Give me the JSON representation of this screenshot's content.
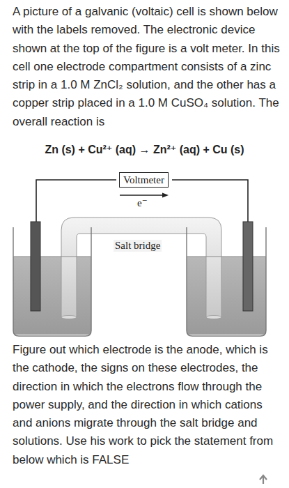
{
  "diagram": {
    "nodes": [
      {
        "text": [
          "Voltmeter"
        ]
      }
    ],
    "labels": [
      "A picture of a galvanic (voltaic) cell is shown below with the labels removed. The electronic device shown at the top of the figure is a volt meter. In this cell one electrode compartment consists of a zinc strip in a 1.0 M ZnCl₂ solution, and the other has a copper strip placed in a 1.0 M CuSO₄ solution. The overall reaction is",
      "Zn (s) + Cu²⁺ (aq) → Zn²⁺ (aq) + Cu (s)",
      "e⁻",
      "Salt bridge",
      "Figure out which electrode is the anode, which is the cathode, the signs on these electrodes, the direction in which the electrons flow through the power supply, and the direction in which cations and anions migrate through the salt bridge and solutions. Use his work to pick the statement from below which is FALSE"
    ]
  }
}
